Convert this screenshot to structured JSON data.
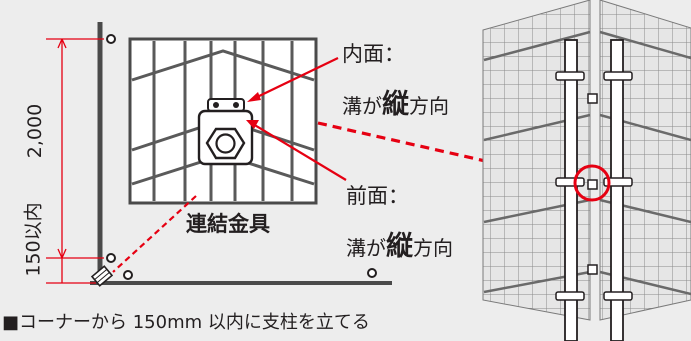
{
  "dimensions": {
    "height": "2,000",
    "corner_gap": "150以内"
  },
  "connector_title": "連結金具",
  "inner_face": {
    "heading": "内面：",
    "groove_pre": "溝が",
    "groove_dir": "縦",
    "groove_post": "方向"
  },
  "front_face": {
    "heading": "前面：",
    "groove_pre": "溝が",
    "groove_dir": "縦",
    "groove_post": "方向"
  },
  "caption": "■コーナーから 150mm 以内に支柱を立てる",
  "colors": {
    "accent": "#e60012",
    "line": "#4a4a4a",
    "background": "#ededed"
  }
}
